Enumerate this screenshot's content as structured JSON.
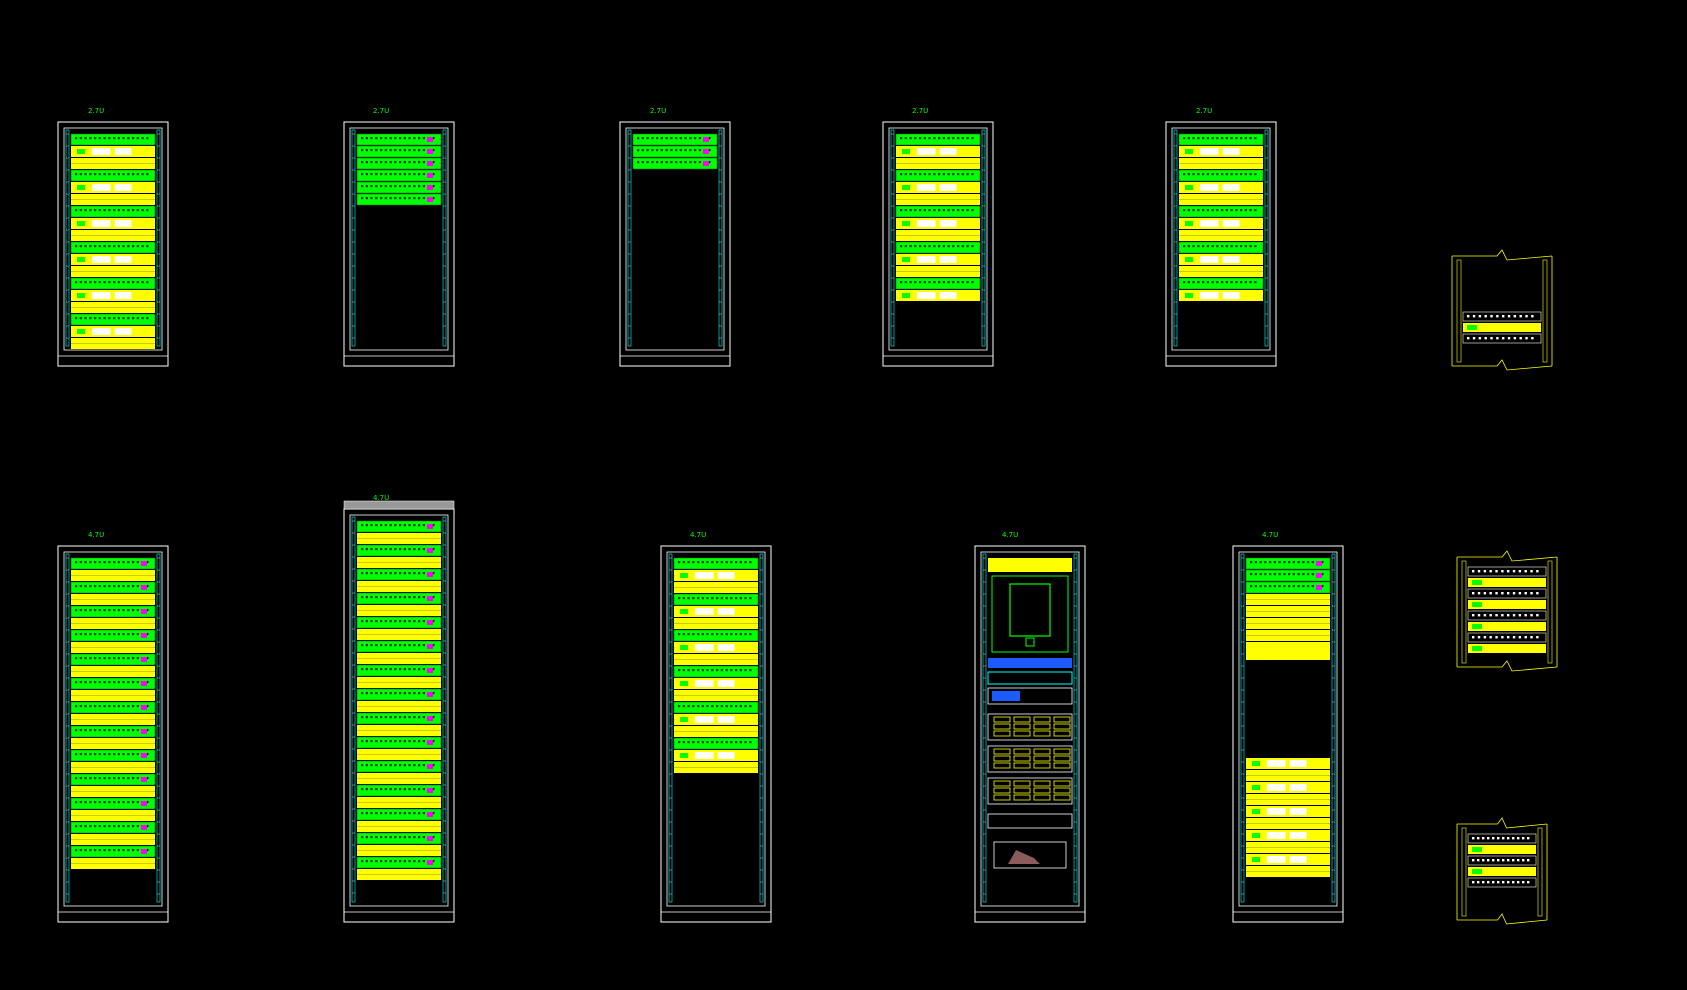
{
  "racks": [
    {
      "id": "r1",
      "title": "2.7U",
      "bodies": [
        {
          "kind": "mixed",
          "units": 18
        }
      ],
      "labels": [
        "",
        "",
        "",
        "",
        "",
        "",
        "",
        "",
        "",
        "",
        "",
        "",
        "",
        "",
        "",
        "",
        "",
        "",
        "",
        "",
        "",
        ""
      ],
      "note": ""
    },
    {
      "id": "r2",
      "title": "2.7U",
      "bodies": [
        {
          "kind": "patch",
          "units": 6
        }
      ],
      "labels": [
        "",
        "",
        "",
        "",
        "",
        "",
        "",
        "",
        "",
        ""
      ],
      "note": ""
    },
    {
      "id": "r3",
      "title": "2.7U",
      "bodies": [
        {
          "kind": "patch",
          "units": 3
        }
      ],
      "labels": [
        "",
        "",
        "",
        "",
        "",
        ""
      ],
      "note": ""
    },
    {
      "id": "r4",
      "title": "2.7U",
      "bodies": [
        {
          "kind": "mixed",
          "units": 14
        }
      ],
      "labels": [
        "",
        "",
        "",
        "",
        "",
        "",
        "",
        "",
        "",
        "",
        "",
        "",
        "",
        "",
        "",
        "",
        ""
      ],
      "note": ""
    },
    {
      "id": "r5",
      "title": "2.7U",
      "bodies": [
        {
          "kind": "mixed",
          "units": 14
        }
      ],
      "labels": [
        "",
        "",
        "",
        "",
        "",
        "",
        "",
        "",
        "",
        "",
        "",
        "",
        "",
        "",
        "",
        "",
        "",
        "",
        "",
        ""
      ],
      "note": ""
    },
    {
      "id": "r6",
      "title": "4.7U",
      "bodies": [
        {
          "kind": "dense",
          "units": 26
        }
      ],
      "labels": [
        "",
        "",
        "",
        "",
        "",
        "",
        "",
        "",
        "",
        "",
        "",
        "",
        "",
        "",
        "",
        "",
        "",
        "",
        "",
        "",
        "",
        "",
        "",
        "",
        "",
        "",
        "",
        "",
        "",
        "",
        "",
        "",
        "",
        "",
        "",
        "",
        ""
      ],
      "note": ""
    },
    {
      "id": "r7",
      "title": "4.7U",
      "bodies": [
        {
          "kind": "dense",
          "units": 30
        }
      ],
      "labels": [
        "",
        "",
        "",
        "",
        "",
        "",
        "",
        "",
        "",
        "",
        "",
        "",
        "",
        "",
        "",
        "",
        "",
        "",
        "",
        "",
        "",
        "",
        "",
        "",
        "",
        "",
        "",
        "",
        "",
        "",
        "",
        "",
        "",
        "",
        "",
        "",
        "",
        "",
        "",
        "",
        "",
        ""
      ],
      "note": ""
    },
    {
      "id": "r8",
      "title": "4.7U",
      "bodies": [
        {
          "kind": "mixed",
          "units": 18
        }
      ],
      "labels": [
        "",
        "",
        "",
        "",
        "",
        "",
        "",
        "",
        "",
        "",
        "",
        "",
        "",
        "",
        "",
        "",
        "",
        "",
        "",
        "",
        "",
        "",
        "",
        ""
      ],
      "note": ""
    },
    {
      "id": "r9",
      "title": "4.7U",
      "bodies": [
        {
          "kind": "console",
          "units": 0
        }
      ],
      "labels": [
        "",
        "",
        "",
        "",
        "",
        "",
        "",
        "",
        "",
        ""
      ],
      "note": ""
    },
    {
      "id": "r10",
      "title": "4.7U",
      "bodies": [
        {
          "kind": "split",
          "units": 0
        }
      ],
      "labels": [
        "",
        "",
        "",
        "",
        "",
        "",
        "",
        "",
        "",
        "",
        "",
        "",
        "",
        "",
        "",
        "",
        "",
        "",
        "",
        "",
        "",
        "",
        "",
        "",
        "",
        "",
        "",
        "",
        ""
      ],
      "note": ""
    }
  ],
  "details": [
    {
      "id": "d1",
      "labels": [
        "",
        "",
        ""
      ],
      "note": ""
    },
    {
      "id": "d2",
      "labels": [
        "",
        "",
        "",
        "",
        "",
        "",
        "",
        "",
        "",
        ""
      ],
      "note": ""
    },
    {
      "id": "d3",
      "labels": [
        "",
        "",
        "",
        "",
        "",
        ""
      ],
      "note": ""
    }
  ],
  "colors": {
    "frame": "#ffffff",
    "rail": "#00ffff",
    "patch": "#00ff00",
    "panel": "#ffff00",
    "accent": "#ff00ff",
    "detail_frame": "#ffff00",
    "title": "#00ff00"
  }
}
